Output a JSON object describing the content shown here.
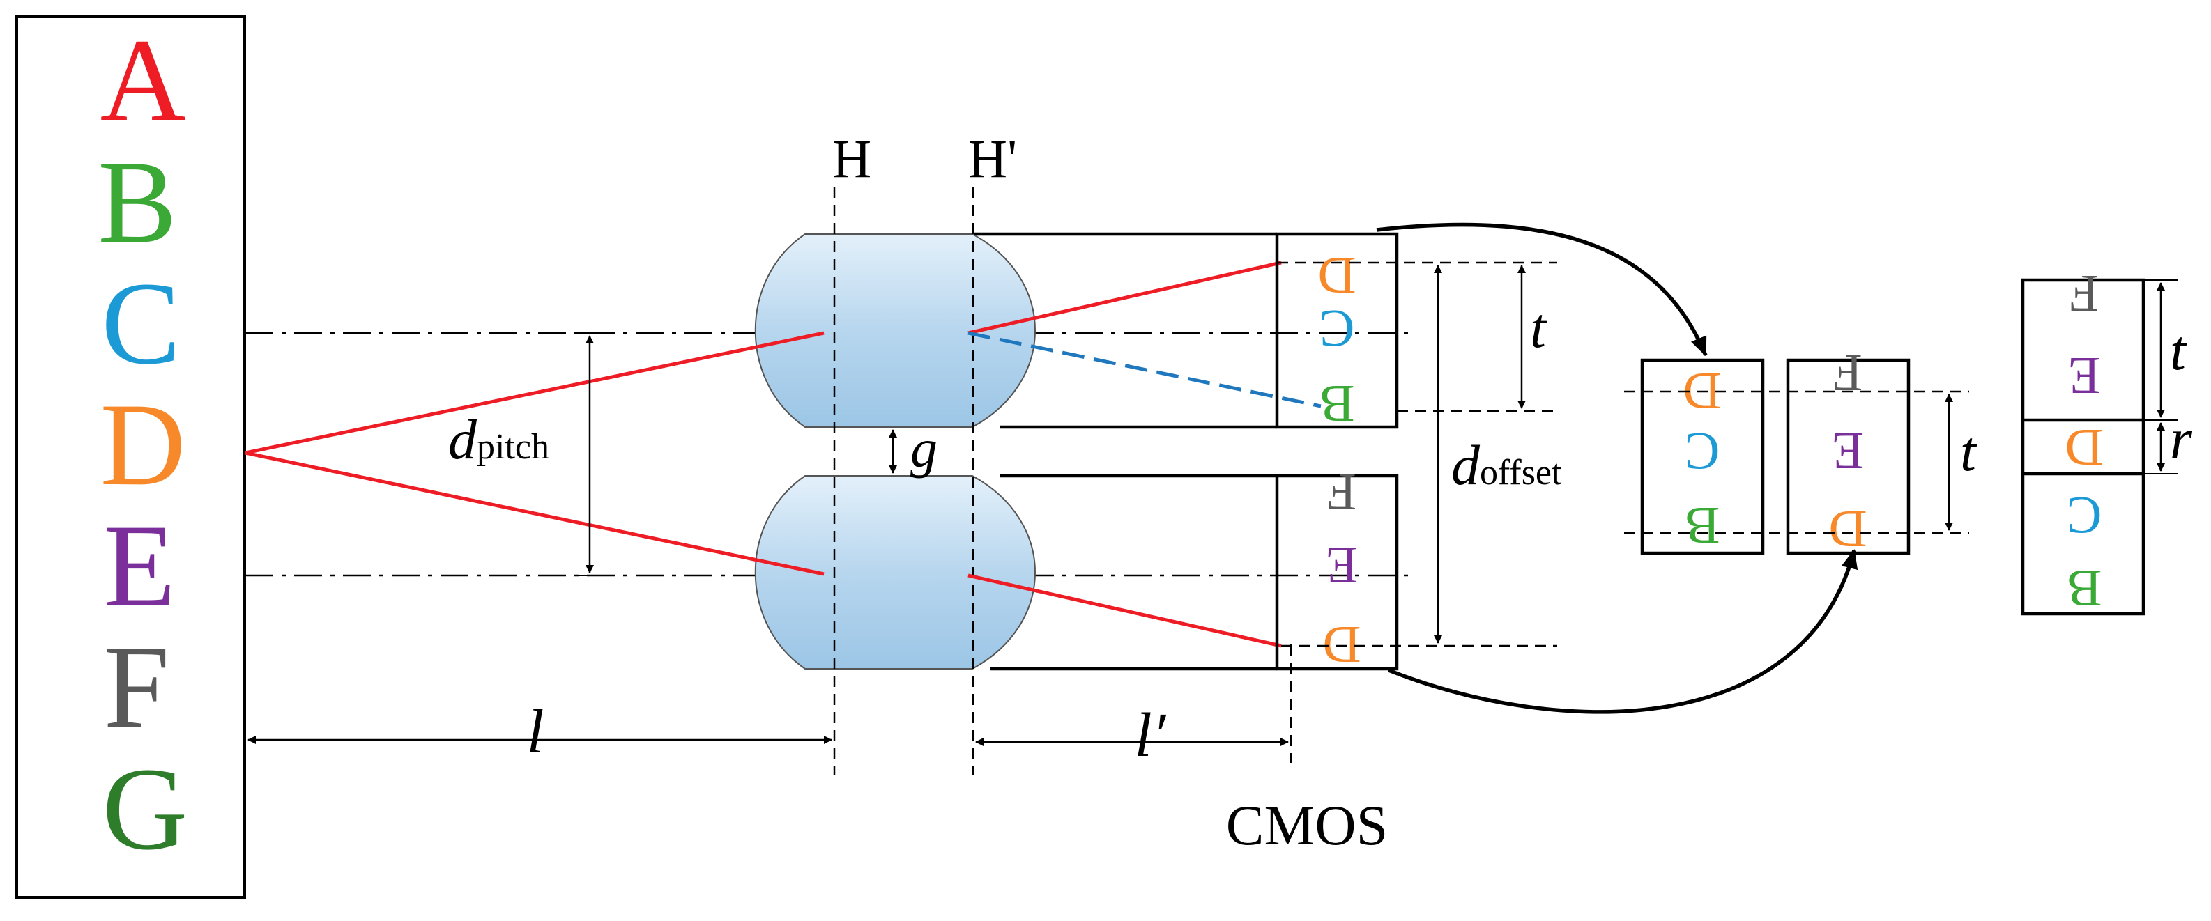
{
  "colors": {
    "A": "#ee1c24",
    "B": "#3aa935",
    "C": "#1b9ad6",
    "D": "#f7892a",
    "E": "#7b2f9a",
    "F": "#5a5a5a",
    "G": "#2e7d2b",
    "ray": "#ee1c24",
    "dashed_ray": "#1f77bd",
    "lens_fill": "#bcdaf0",
    "stroke": "#000000"
  },
  "object_panel": {
    "letters": [
      "A",
      "B",
      "C",
      "D",
      "E",
      "F",
      "G"
    ]
  },
  "lens_labels": {
    "H": "H",
    "H_prime": "H'"
  },
  "dimensions": {
    "d_pitch_main": "d",
    "d_pitch_sub": "pitch",
    "d_offset_main": "d",
    "d_offset_sub": "offset",
    "g": "g",
    "l": "l",
    "l_prime": "l′",
    "t": "t",
    "r": "r"
  },
  "sensor_label": "CMOS",
  "sensor_top_letters": [
    "D",
    "C",
    "B"
  ],
  "sensor_bottom_letters": [
    "F",
    "E",
    "D"
  ],
  "frame_one_letters": [
    "D",
    "C",
    "B"
  ],
  "frame_two_letters": [
    "F",
    "E",
    "D"
  ],
  "stitched_letters": [
    "F",
    "E",
    "D",
    "C",
    "B"
  ]
}
